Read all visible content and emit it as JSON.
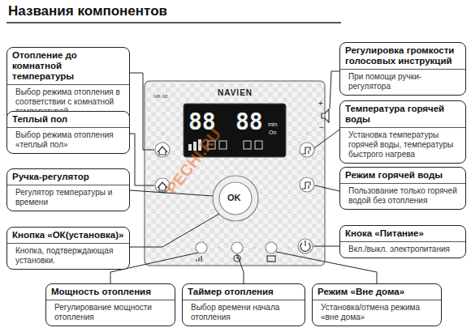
{
  "diagram": {
    "title": "Названия компонентов",
    "nodes": [
      {
        "text": [
          "Отопление до комнатной температуры",
          "Выбор режима отопления в соответствии с комнатной температурой"
        ]
      },
      {
        "text": [
          "Теплый пол",
          "Выбор режима отопления «теплый пол»"
        ]
      },
      {
        "text": [
          "Ручка-регулятор",
          "Регулятор температуры и времени"
        ]
      },
      {
        "text": [
          "Кнопка «ОК(установка)»",
          "Кнопка, подтверждающая установки."
        ]
      },
      {
        "text": [
          "Регулировка громкости голосовых инструкций",
          "При помощи ручки-регулятора"
        ]
      },
      {
        "text": [
          "Температура горячей воды",
          "Установка температуры горячей воды, температуры быстрого нагрева"
        ]
      },
      {
        "text": [
          "Режим горячей воды",
          "Пользование только горячей водой без отопления"
        ]
      },
      {
        "text": [
          "Кнока «Питание»",
          "Вкл./выкл. электропитания"
        ]
      },
      {
        "text": [
          "Мощность отопления",
          "Регулирование мощности отопления"
        ]
      },
      {
        "text": [
          "Таймер отопления",
          "Выбор времени начала отопления"
        ]
      },
      {
        "text": [
          "Режим «Вне дома»",
          "Установка/отмена режима «вне дома»"
        ]
      }
    ],
    "labels": [
      "NAVIEN",
      "NR-30",
      "88",
      "88",
      "min",
      "On",
      "OK",
      "+",
      "−",
      "PECHI.RU"
    ]
  }
}
